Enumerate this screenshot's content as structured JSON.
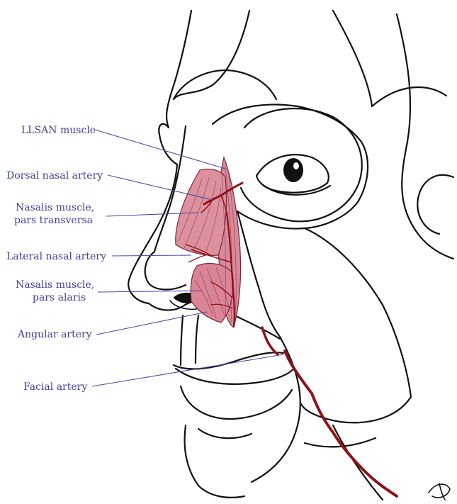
{
  "labels": {
    "llsan_muscle": "LLSAN muscle",
    "dorsal_nasal_artery": "Dorsal nasal artery",
    "nasalis_transversa_line1": "Nasalis muscle,",
    "nasalis_transversa_line2": "pars transversa",
    "lateral_nasal_artery": "Lateral nasal artery",
    "nasalis_alaris_line1": "Nasalis muscle,",
    "nasalis_alaris_line2": "pars alaris",
    "angular_artery": "Angular artery",
    "facial_artery": "Facial artery"
  },
  "colors": {
    "muscle_fill": "#d98a9a",
    "muscle_dark": "#c0607a",
    "artery": "#a31c1f",
    "label": "#3f3f9a",
    "outline": "#111111"
  }
}
